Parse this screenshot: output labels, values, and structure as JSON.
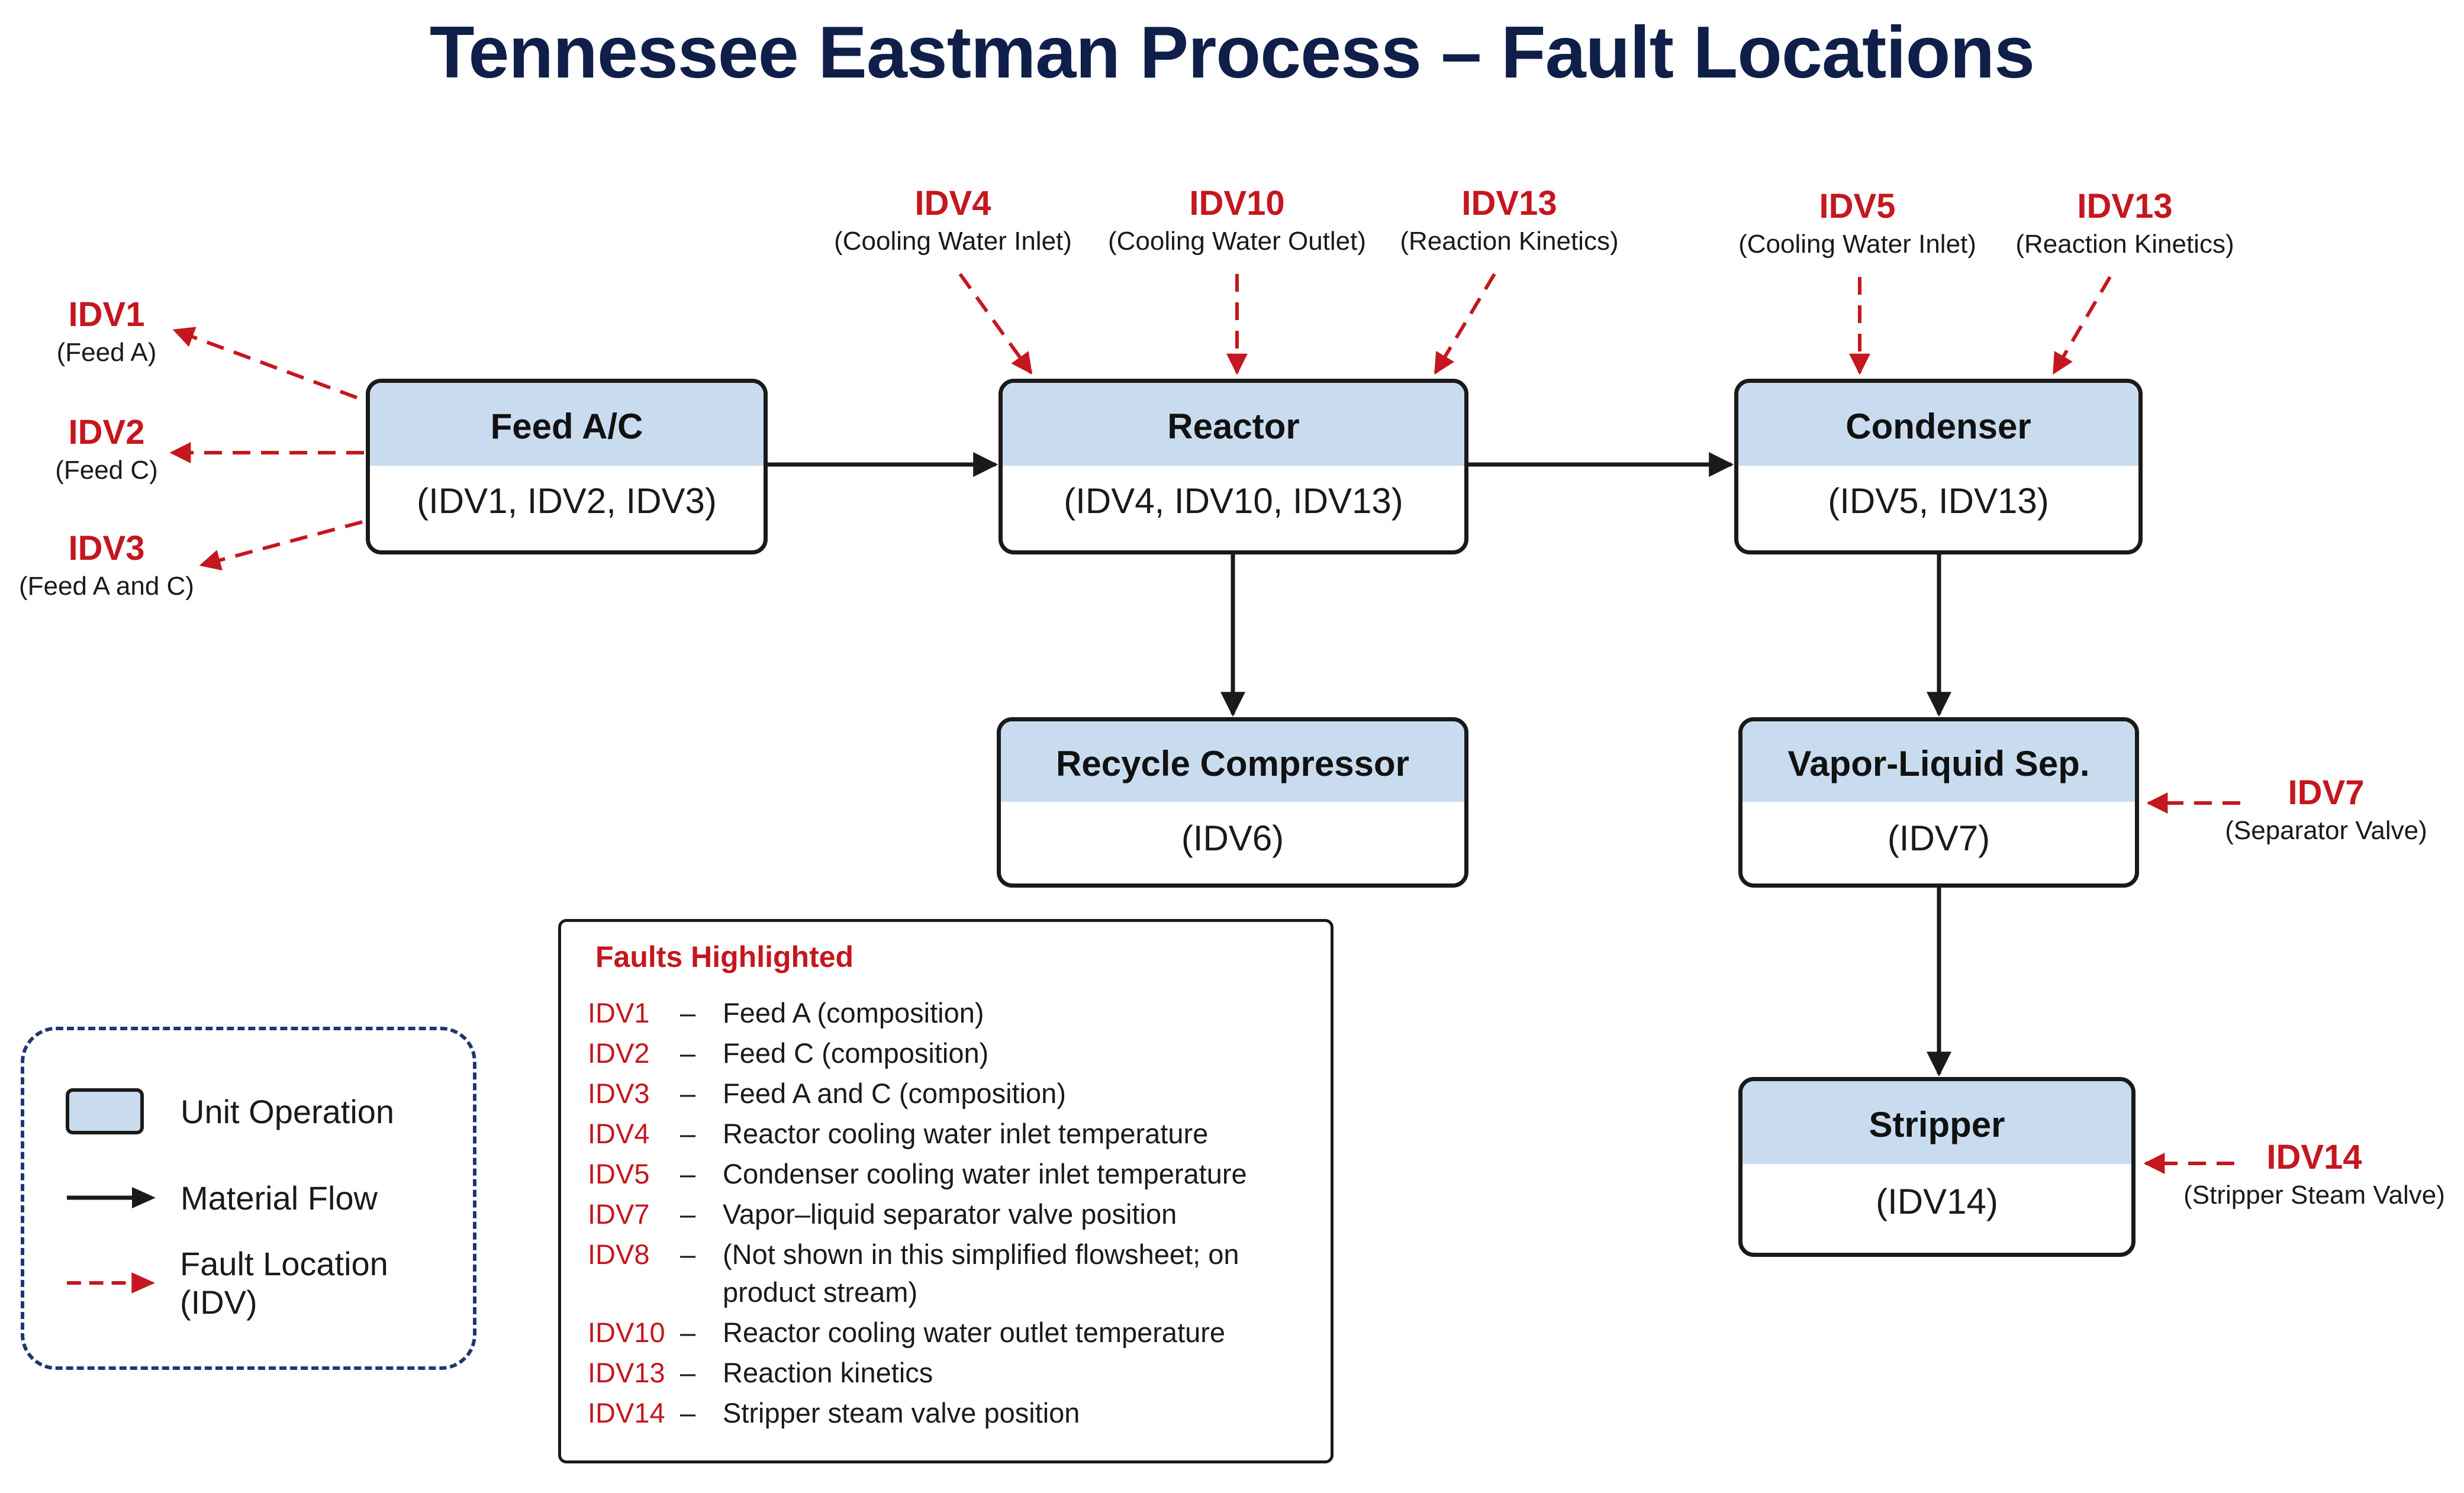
{
  "title": "Tennessee Eastman Process – Fault Locations",
  "units": {
    "feed": {
      "name": "Feed A/C",
      "faults": "(IDV1, IDV2, IDV3)"
    },
    "reactor": {
      "name": "Reactor",
      "faults": "(IDV4, IDV10, IDV13)"
    },
    "condenser": {
      "name": "Condenser",
      "faults": "(IDV5, IDV13)"
    },
    "compressor": {
      "name": "Recycle Compressor",
      "faults": "(IDV6)"
    },
    "separator": {
      "name": "Vapor-Liquid Sep.",
      "faults": "(IDV7)"
    },
    "stripper": {
      "name": "Stripper",
      "faults": "(IDV14)"
    }
  },
  "fault_labels": {
    "idv1": {
      "id": "IDV1",
      "desc": "(Feed A)"
    },
    "idv2": {
      "id": "IDV2",
      "desc": "(Feed C)"
    },
    "idv3": {
      "id": "IDV3",
      "desc": "(Feed A and C)"
    },
    "idv4": {
      "id": "IDV4",
      "desc": "(Cooling Water Inlet)"
    },
    "idv10": {
      "id": "IDV10",
      "desc": "(Cooling Water Outlet)"
    },
    "idv13_reactor": {
      "id": "IDV13",
      "desc": "(Reaction Kinetics)"
    },
    "idv5": {
      "id": "IDV5",
      "desc": "(Cooling Water Inlet)"
    },
    "idv13_condenser": {
      "id": "IDV13",
      "desc": "(Reaction Kinetics)"
    },
    "idv7": {
      "id": "IDV7",
      "desc": "(Separator Valve)"
    },
    "idv14": {
      "id": "IDV14",
      "desc": "(Stripper Steam Valve)"
    }
  },
  "legend": {
    "unit_operation": "Unit Operation",
    "material_flow": "Material Flow",
    "fault_location": "Fault Location (IDV)"
  },
  "faults_panel": {
    "title": "Faults Highlighted",
    "dash": "–",
    "items": [
      {
        "id": "IDV1",
        "desc": "Feed A (composition)"
      },
      {
        "id": "IDV2",
        "desc": "Feed C (composition)"
      },
      {
        "id": "IDV3",
        "desc": "Feed A and C (composition)"
      },
      {
        "id": "IDV4",
        "desc": "Reactor cooling water inlet temperature"
      },
      {
        "id": "IDV5",
        "desc": "Condenser cooling water inlet temperature"
      },
      {
        "id": "IDV7",
        "desc": "Vapor–liquid separator valve position"
      },
      {
        "id": "IDV8",
        "desc": "(Not shown in this simplified flowsheet; on product stream)"
      },
      {
        "id": "IDV10",
        "desc": "Reactor cooling water outlet temperature"
      },
      {
        "id": "IDV13",
        "desc": "Reaction kinetics"
      },
      {
        "id": "IDV14",
        "desc": "Stripper steam valve position"
      }
    ]
  },
  "colors": {
    "fault_red": "#c4171f",
    "unit_fill": "#c9dcef",
    "title_navy": "#0f1f4a",
    "legend_border": "#1f3770"
  }
}
